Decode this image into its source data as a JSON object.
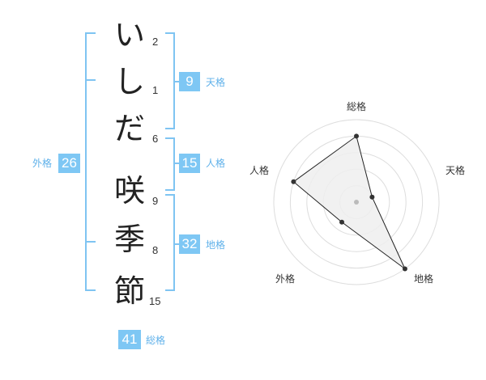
{
  "name": {
    "chars": [
      {
        "char": "い",
        "strokes": "2"
      },
      {
        "char": "し",
        "strokes": "1"
      },
      {
        "char": "だ",
        "strokes": "6"
      },
      {
        "char": "咲",
        "strokes": "9"
      },
      {
        "char": "季",
        "strokes": "8"
      },
      {
        "char": "節",
        "strokes": "15"
      }
    ]
  },
  "fortune": {
    "tenkaku": {
      "label": "天格",
      "value": "9"
    },
    "jinkaku": {
      "label": "人格",
      "value": "15"
    },
    "chikaku": {
      "label": "地格",
      "value": "32"
    },
    "gaikaku": {
      "label": "外格",
      "value": "26"
    },
    "soukaku": {
      "label": "総格",
      "value": "41"
    }
  },
  "chart_data": {
    "type": "radar",
    "axes": [
      "総格",
      "天格",
      "地格",
      "外格",
      "人格"
    ],
    "values": [
      4,
      1,
      5,
      1.5,
      4
    ],
    "rmax": 5,
    "grid_rings": 5,
    "colors": {
      "fill": "#efefef",
      "line": "#222222",
      "grid": "#dddddd",
      "point": "#333333",
      "center": "#bbbbbb"
    }
  }
}
